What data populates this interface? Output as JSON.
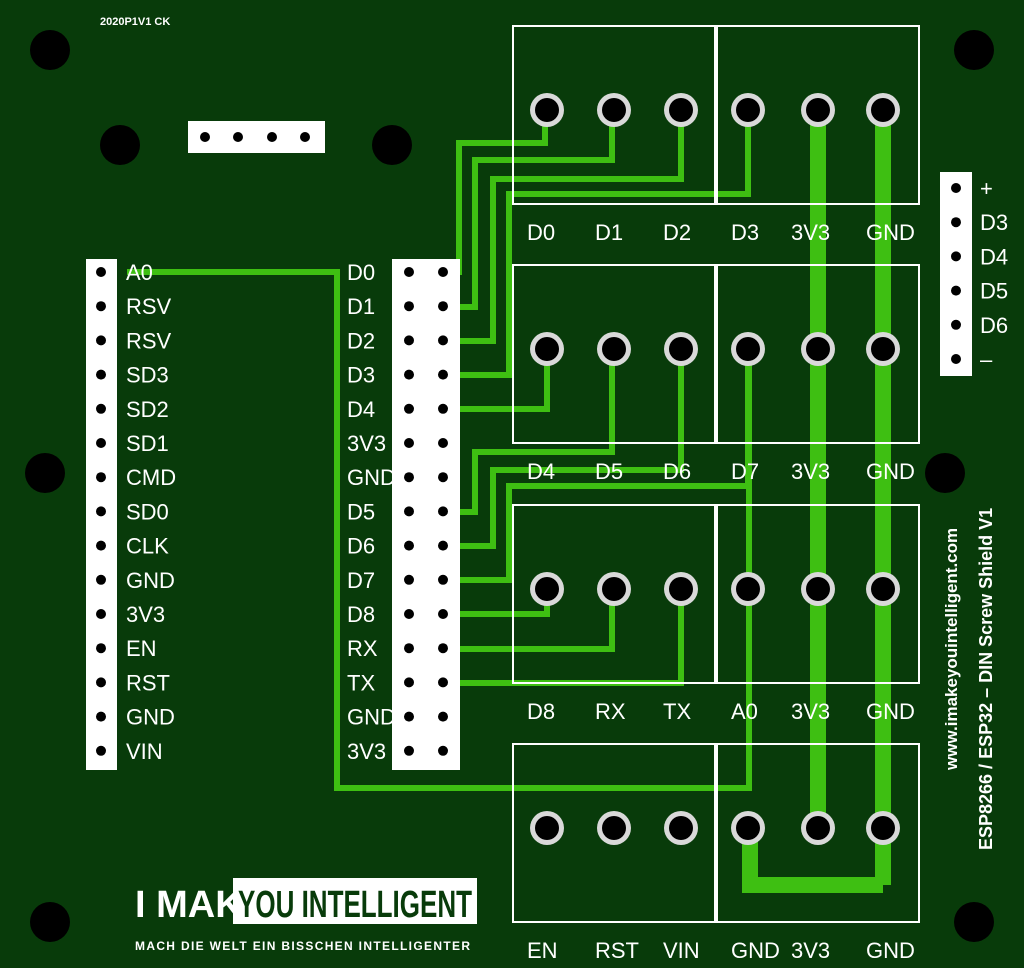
{
  "colors": {
    "board": "#083b0a",
    "trace": "#3ebf12",
    "silk": "#ffffff",
    "hole": "#000000",
    "ring": "#d9d9d9"
  },
  "board_code": "2020P1V1 CK",
  "left_header": [
    "A0",
    "RSV",
    "RSV",
    "SD3",
    "SD2",
    "SD1",
    "CMD",
    "SD0",
    "CLK",
    "GND",
    "3V3",
    "EN",
    "RST",
    "GND",
    "VIN"
  ],
  "mid_header": [
    "D0",
    "D1",
    "D2",
    "D3",
    "D4",
    "3V3",
    "GND",
    "D5",
    "D6",
    "D7",
    "D8",
    "RX",
    "TX",
    "GND",
    "3V3"
  ],
  "blocks": [
    [
      "D0",
      "D1",
      "D2",
      "D3",
      "3V3",
      "GND"
    ],
    [
      "D4",
      "D5",
      "D6",
      "D7",
      "3V3",
      "GND"
    ],
    [
      "D8",
      "RX",
      "TX",
      "A0",
      "3V3",
      "GND"
    ],
    [
      "EN",
      "RST",
      "VIN",
      "GND",
      "3V3",
      "GND"
    ]
  ],
  "right_header": [
    "+",
    "D3",
    "D4",
    "D5",
    "D6",
    "–"
  ],
  "side_text": {
    "line1": "www.imakeyouintelligent.com",
    "line2": "ESP8266 / ESP32 – DIN Screw Shield V1"
  },
  "logo": {
    "part1": "I MAKE",
    "part2": "YOU INTELLIGENT",
    "tagline": "MACH DIE WELT EIN BISSCHEN INTELLIGENTER"
  }
}
